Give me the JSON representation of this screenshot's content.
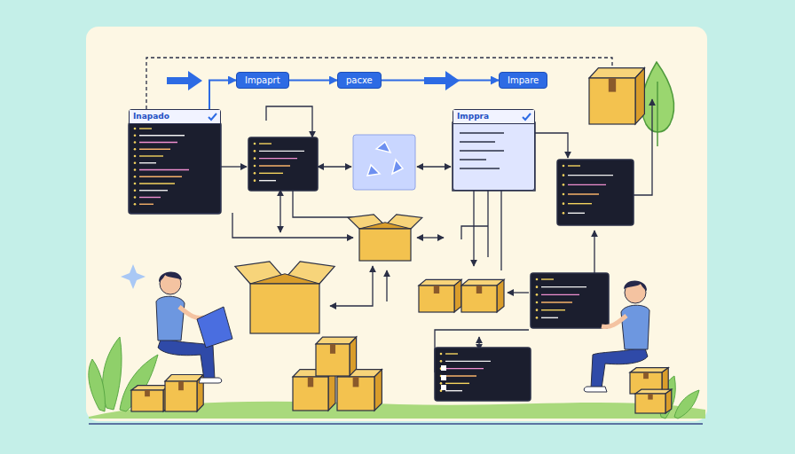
{
  "diagram": {
    "nodes": [
      {
        "text": [
          "Impaprt"
        ]
      },
      {
        "text": [
          "pacxe"
        ]
      },
      {
        "text": [
          "Impare"
        ]
      },
      {
        "text": [
          "Inapado"
        ]
      },
      {
        "text": [
          "Imppra"
        ]
      }
    ],
    "edges": [
      {
        "from": 0,
        "to": 1,
        "arrow": "to"
      },
      {
        "from": 1,
        "to": 2,
        "arrow": "to"
      },
      {
        "from": 3,
        "to": 0,
        "arrow": "to"
      }
    ]
  }
}
